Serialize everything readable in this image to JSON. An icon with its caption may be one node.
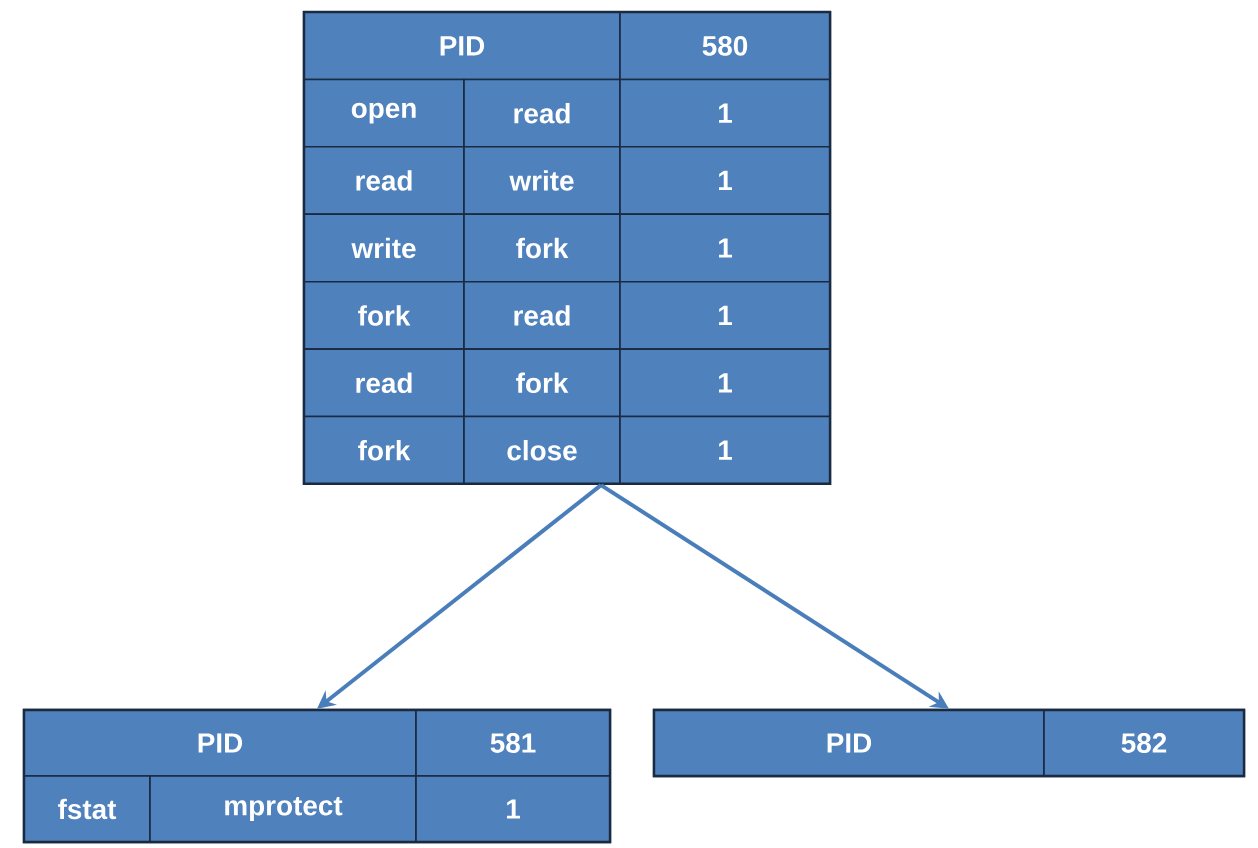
{
  "diagram": {
    "nodes": [
      {
        "text": [
          "PID",
          "580",
          "open",
          "read",
          "1",
          "read",
          "write",
          "1",
          "write",
          "fork",
          "1",
          "fork",
          "read",
          "1",
          "read",
          "fork",
          "1",
          "fork",
          "close",
          "1"
        ]
      },
      {
        "text": [
          "PID",
          "581",
          "fstat",
          "mprotect",
          "1"
        ]
      },
      {
        "text": [
          "PID",
          "582"
        ]
      }
    ],
    "edges": [
      {
        "from": 0,
        "to": 1,
        "arrow": "to"
      },
      {
        "from": 0,
        "to": 2,
        "arrow": "to"
      }
    ]
  }
}
